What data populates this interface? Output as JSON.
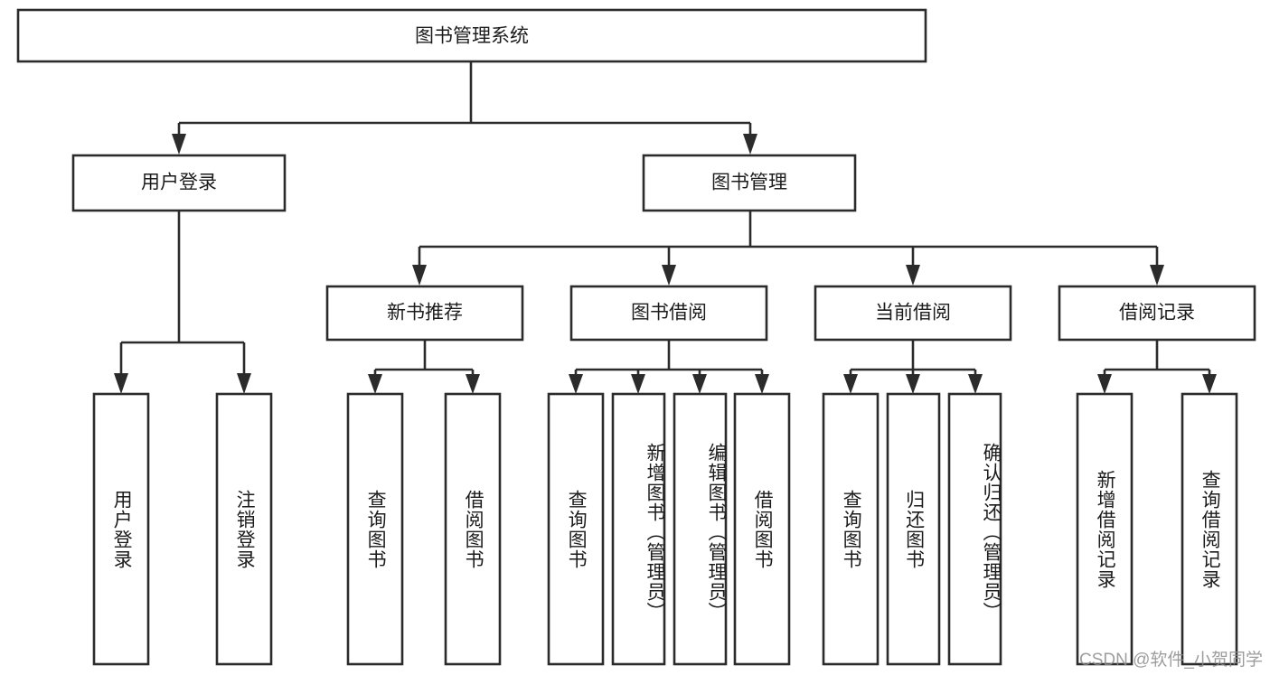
{
  "diagram": {
    "title": "图书管理系统",
    "type": "tree-hierarchy",
    "watermark": "CSDN @软件_小贺同学",
    "colors": {
      "stroke": "#2b2b2b",
      "fill": "#ffffff",
      "text": "#1c1c1c",
      "watermark": "#8d8d8d",
      "background": "#ffffff"
    },
    "levels": {
      "root": "图书管理系统",
      "level2": [
        "用户登录",
        "图书管理"
      ],
      "level3": [
        "新书推荐",
        "图书借阅",
        "当前借阅",
        "借阅记录"
      ]
    },
    "nodes": {
      "root": {
        "label": "图书管理系统"
      },
      "user_login": {
        "label": "用户登录"
      },
      "book_manage": {
        "label": "图书管理"
      },
      "new_book_rec": {
        "label": "新书推荐"
      },
      "book_borrow": {
        "label": "图书借阅"
      },
      "current_borrow": {
        "label": "当前借阅"
      },
      "borrow_record": {
        "label": "借阅记录"
      },
      "leaf_1": {
        "label": "用户登录"
      },
      "leaf_2": {
        "label": "注销登录"
      },
      "leaf_3": {
        "label": "查询图书"
      },
      "leaf_4": {
        "label": "借阅图书"
      },
      "leaf_5": {
        "label": "查询图书"
      },
      "leaf_6": {
        "label": "新增图书（管理员）"
      },
      "leaf_7": {
        "label": "编辑图书（管理员）"
      },
      "leaf_8": {
        "label": "借阅图书"
      },
      "leaf_9": {
        "label": "查询图书"
      },
      "leaf_10": {
        "label": "归还图书"
      },
      "leaf_11": {
        "label": "确认归还（管理员）"
      },
      "leaf_12": {
        "label": "新增借阅记录"
      },
      "leaf_13": {
        "label": "查询借阅记录"
      }
    },
    "edges": [
      {
        "from": "root",
        "to": "user_login"
      },
      {
        "from": "root",
        "to": "book_manage"
      },
      {
        "from": "user_login",
        "to": "leaf_1"
      },
      {
        "from": "user_login",
        "to": "leaf_2"
      },
      {
        "from": "book_manage",
        "to": "new_book_rec"
      },
      {
        "from": "book_manage",
        "to": "book_borrow"
      },
      {
        "from": "book_manage",
        "to": "current_borrow"
      },
      {
        "from": "book_manage",
        "to": "borrow_record"
      },
      {
        "from": "new_book_rec",
        "to": "leaf_3"
      },
      {
        "from": "new_book_rec",
        "to": "leaf_4"
      },
      {
        "from": "book_borrow",
        "to": "leaf_5"
      },
      {
        "from": "book_borrow",
        "to": "leaf_6"
      },
      {
        "from": "book_borrow",
        "to": "leaf_7"
      },
      {
        "from": "book_borrow",
        "to": "leaf_8"
      },
      {
        "from": "current_borrow",
        "to": "leaf_9"
      },
      {
        "from": "current_borrow",
        "to": "leaf_10"
      },
      {
        "from": "current_borrow",
        "to": "leaf_11"
      },
      {
        "from": "borrow_record",
        "to": "leaf_12"
      },
      {
        "from": "borrow_record",
        "to": "leaf_13"
      }
    ]
  }
}
